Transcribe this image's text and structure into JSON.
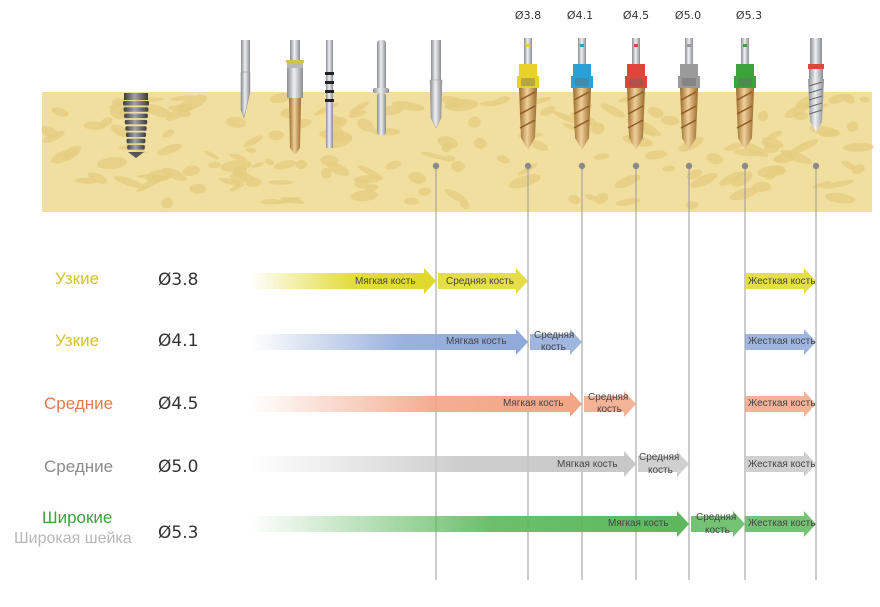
{
  "headers": [
    "Ø3.8",
    "Ø4.1",
    "Ø4.5",
    "Ø5.0",
    "Ø5.3"
  ],
  "labels": {
    "soft": "Мягкая кость",
    "medium_single": "Средняя кость",
    "medium_line1": "Средняя",
    "medium_line2": "кость",
    "hard": "Жесткая кость"
  },
  "rows": [
    {
      "category": "Узкие",
      "category2": "",
      "diameter": "Ø3.8",
      "category_color": "#d9c12a",
      "arrow_color": "#e0d82a"
    },
    {
      "category": "Узкие",
      "category2": "",
      "diameter": "Ø4.1",
      "category_color": "#d9c12a",
      "arrow_color": "#8fa9d9"
    },
    {
      "category": "Средние",
      "category2": "",
      "diameter": "Ø4.5",
      "category_color": "#e07a4f",
      "arrow_color": "#f2a585"
    },
    {
      "category": "Средние",
      "category2": "",
      "diameter": "Ø5.0",
      "category_color": "#8a8a8a",
      "arrow_color": "#c8c8c8"
    },
    {
      "category": "Широкие",
      "category2": "Широкая шейка",
      "diameter": "Ø5.3",
      "category_color": "#3aa33a",
      "arrow_color": "#5cb85c"
    }
  ],
  "colors": {
    "bone": "#f1df9f",
    "bone_spots": "#e4cc7f",
    "gold": "#c99a5a",
    "collar_yellow": "#e8d22a",
    "collar_blue": "#2aa0d8",
    "collar_red": "#e0453a",
    "collar_gray": "#9a9a9a",
    "collar_green": "#3aa33a"
  }
}
